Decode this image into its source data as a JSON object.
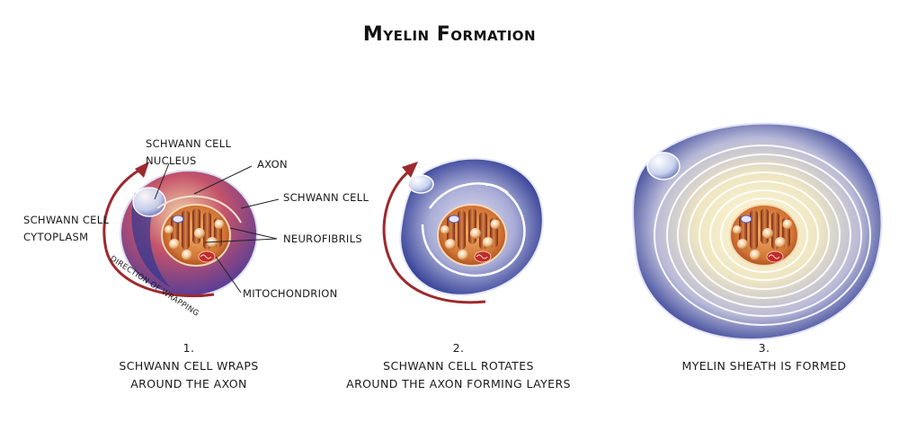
{
  "title": "Myelin Formation",
  "stock_id": "163783861",
  "labels": {
    "schwann_nucleus_line1": "SCHWANN CELL",
    "schwann_nucleus_line2": "NUCLEUS",
    "axon": "AXON",
    "schwann_cell": "SCHWANN CELL",
    "cytoplasm_line1": "SCHWANN CELL",
    "cytoplasm_line2": "CYTOPLASM",
    "neurofibrils": "NEUROFIBRILS",
    "mitochondrion": "MITOCHONDRION",
    "direction": "DIRECTION OF WRAPPING"
  },
  "steps": [
    {
      "number": "1.",
      "line1": "SCHWANN CELL WRAPS",
      "line2": "AROUND THE AXON"
    },
    {
      "number": "2.",
      "line1": "SCHWANN CELL ROTATES",
      "line2": "AROUND THE AXON FORMING LAYERS"
    },
    {
      "number": "3.",
      "line1": "MYELIN SHEATH IS FORMED",
      "line2": ""
    }
  ],
  "colors": {
    "membrane_blue": "#3c4aa0",
    "cytoplasm_pale": "#f3edc4",
    "axon_orange": "#d9823f",
    "axon_brown": "#8a3a1e",
    "arrow_red": "#9c2a2e",
    "mito_red": "#c02b2b"
  }
}
